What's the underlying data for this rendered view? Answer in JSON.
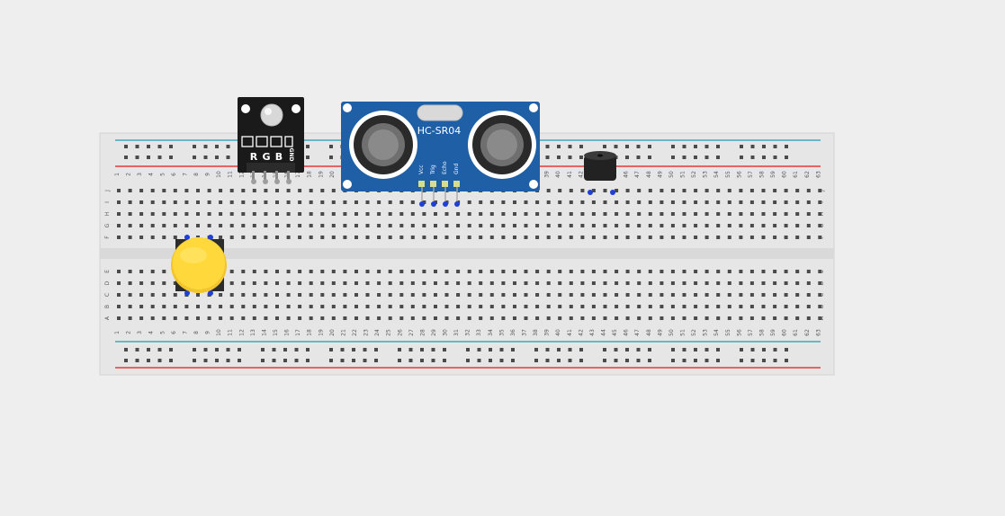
{
  "breadboard": {
    "columns": 63,
    "top_rows": [
      "J",
      "I",
      "H",
      "G",
      "F"
    ],
    "bottom_rows": [
      "E",
      "D",
      "C",
      "B",
      "A"
    ]
  },
  "components": {
    "rgb_module": {
      "pin_labels": [
        "R",
        "G",
        "B",
        "GND"
      ]
    },
    "ultrasonic": {
      "model": "HC-SR04",
      "pin_labels": [
        "Vcc",
        "Trig",
        "Echo",
        "Gnd"
      ]
    },
    "buzzer": {},
    "pushbutton": {}
  },
  "colors": {
    "canvas": "#eeeeee",
    "breadboard": "#e6e6e6",
    "rail_red": "#e53935",
    "rail_blue": "#3fa7b5",
    "pin_marker": "#1f3fd6",
    "ultrasonic_board": "#1e5fa6",
    "button_cap": "#ffd93b"
  }
}
